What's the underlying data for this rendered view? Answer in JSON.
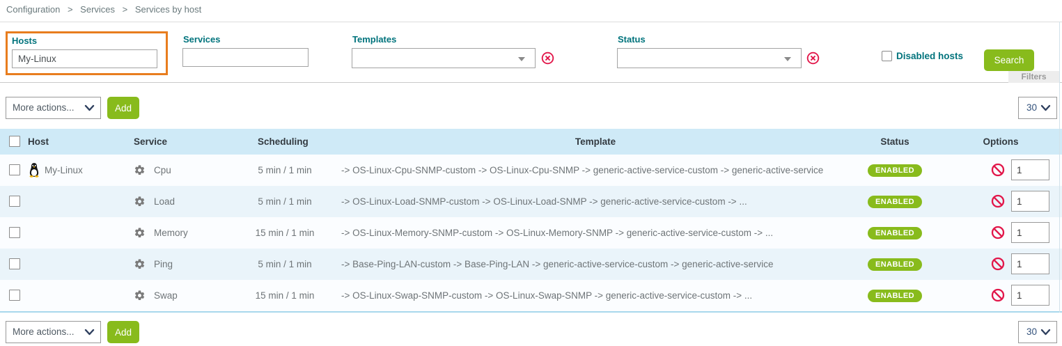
{
  "breadcrumb": {
    "separator": ">",
    "items": [
      "Configuration",
      "Services",
      "Services by host"
    ]
  },
  "filter_panel": {
    "hosts_label": "Hosts",
    "hosts_value": "My-Linux",
    "services_label": "Services",
    "services_value": "",
    "templates_label": "Templates",
    "templates_value": "",
    "status_label": "Status",
    "status_value": "",
    "disabled_hosts_label": "Disabled hosts",
    "disabled_hosts_checked": false,
    "search_button": "Search",
    "filters_tab": "Filters"
  },
  "toolbar_top": {
    "more_actions": "More actions...",
    "add_button": "Add",
    "page_size": "30"
  },
  "toolbar_bottom": {
    "more_actions": "More actions...",
    "add_button": "Add",
    "page_size": "30"
  },
  "icons": {
    "host": "tux-penguin-icon",
    "service": "gear-icon",
    "options_disable": "prohibited-icon",
    "filter_clear": "circled-x-icon",
    "dropdown": "chevron-down-icon",
    "combo_arrow": "triangle-down-icon"
  },
  "table": {
    "headers": {
      "host": "Host",
      "service": "Service",
      "scheduling": "Scheduling",
      "template": "Template",
      "status": "Status",
      "options": "Options"
    },
    "rows": [
      {
        "host": "My-Linux",
        "service": "Cpu",
        "scheduling": "5 min / 1 min",
        "template": "-> OS-Linux-Cpu-SNMP-custom -> OS-Linux-Cpu-SNMP -> generic-active-service-custom -> generic-active-service",
        "status": "ENABLED",
        "options_value": "1"
      },
      {
        "host": "",
        "service": "Load",
        "scheduling": "5 min / 1 min",
        "template": "-> OS-Linux-Load-SNMP-custom -> OS-Linux-Load-SNMP -> generic-active-service-custom -> ...",
        "status": "ENABLED",
        "options_value": "1"
      },
      {
        "host": "",
        "service": "Memory",
        "scheduling": "15 min / 1 min",
        "template": "-> OS-Linux-Memory-SNMP-custom -> OS-Linux-Memory-SNMP -> generic-active-service-custom -> ...",
        "status": "ENABLED",
        "options_value": "1"
      },
      {
        "host": "",
        "service": "Ping",
        "scheduling": "5 min / 1 min",
        "template": "-> Base-Ping-LAN-custom -> Base-Ping-LAN -> generic-active-service-custom -> generic-active-service",
        "status": "ENABLED",
        "options_value": "1"
      },
      {
        "host": "",
        "service": "Swap",
        "scheduling": "15 min / 1 min",
        "template": "-> OS-Linux-Swap-SNMP-custom -> OS-Linux-Swap-SNMP -> generic-active-service-custom -> ...",
        "status": "ENABLED",
        "options_value": "1"
      }
    ]
  },
  "colors": {
    "accent_green": "#88bb1c",
    "highlight_orange": "#e87d1e",
    "alert_red": "#e2174a",
    "label_teal": "#00737c",
    "table_header_blue": "#cfeaf7"
  }
}
